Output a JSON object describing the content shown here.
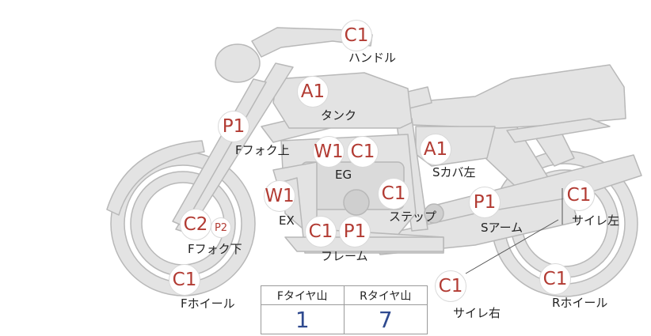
{
  "badges": {
    "handle": "C1",
    "tank": "A1",
    "fork_upper": "P1",
    "eg_w": "W1",
    "eg_c": "C1",
    "side_cover": "A1",
    "ex": "W1",
    "step": "C1",
    "swingarm": "P1",
    "muffler_left": "C1",
    "fork_lower_c": "C2",
    "fork_lower_p": "P2",
    "frame_c": "C1",
    "frame_p": "P1",
    "front_wheel": "C1",
    "muffler_right": "C1",
    "rear_wheel": "C1"
  },
  "labels": {
    "handle": "ハンドル",
    "tank": "タンク",
    "fork_upper": "Fフォク上",
    "eg": "EG",
    "side_cover": "Sカバ左",
    "ex": "EX",
    "step": "ステップ",
    "swingarm": "Sアーム",
    "muffler_left": "サイレ左",
    "fork_lower": "Fフォク下",
    "frame": "フレーム",
    "front_wheel": "Fホイール",
    "muffler_right": "サイレ右",
    "rear_wheel": "Rホイール"
  },
  "tire_table": {
    "front_header": "Fタイヤ山",
    "rear_header": "Rタイヤ山",
    "front_value": "1",
    "rear_value": "7"
  }
}
